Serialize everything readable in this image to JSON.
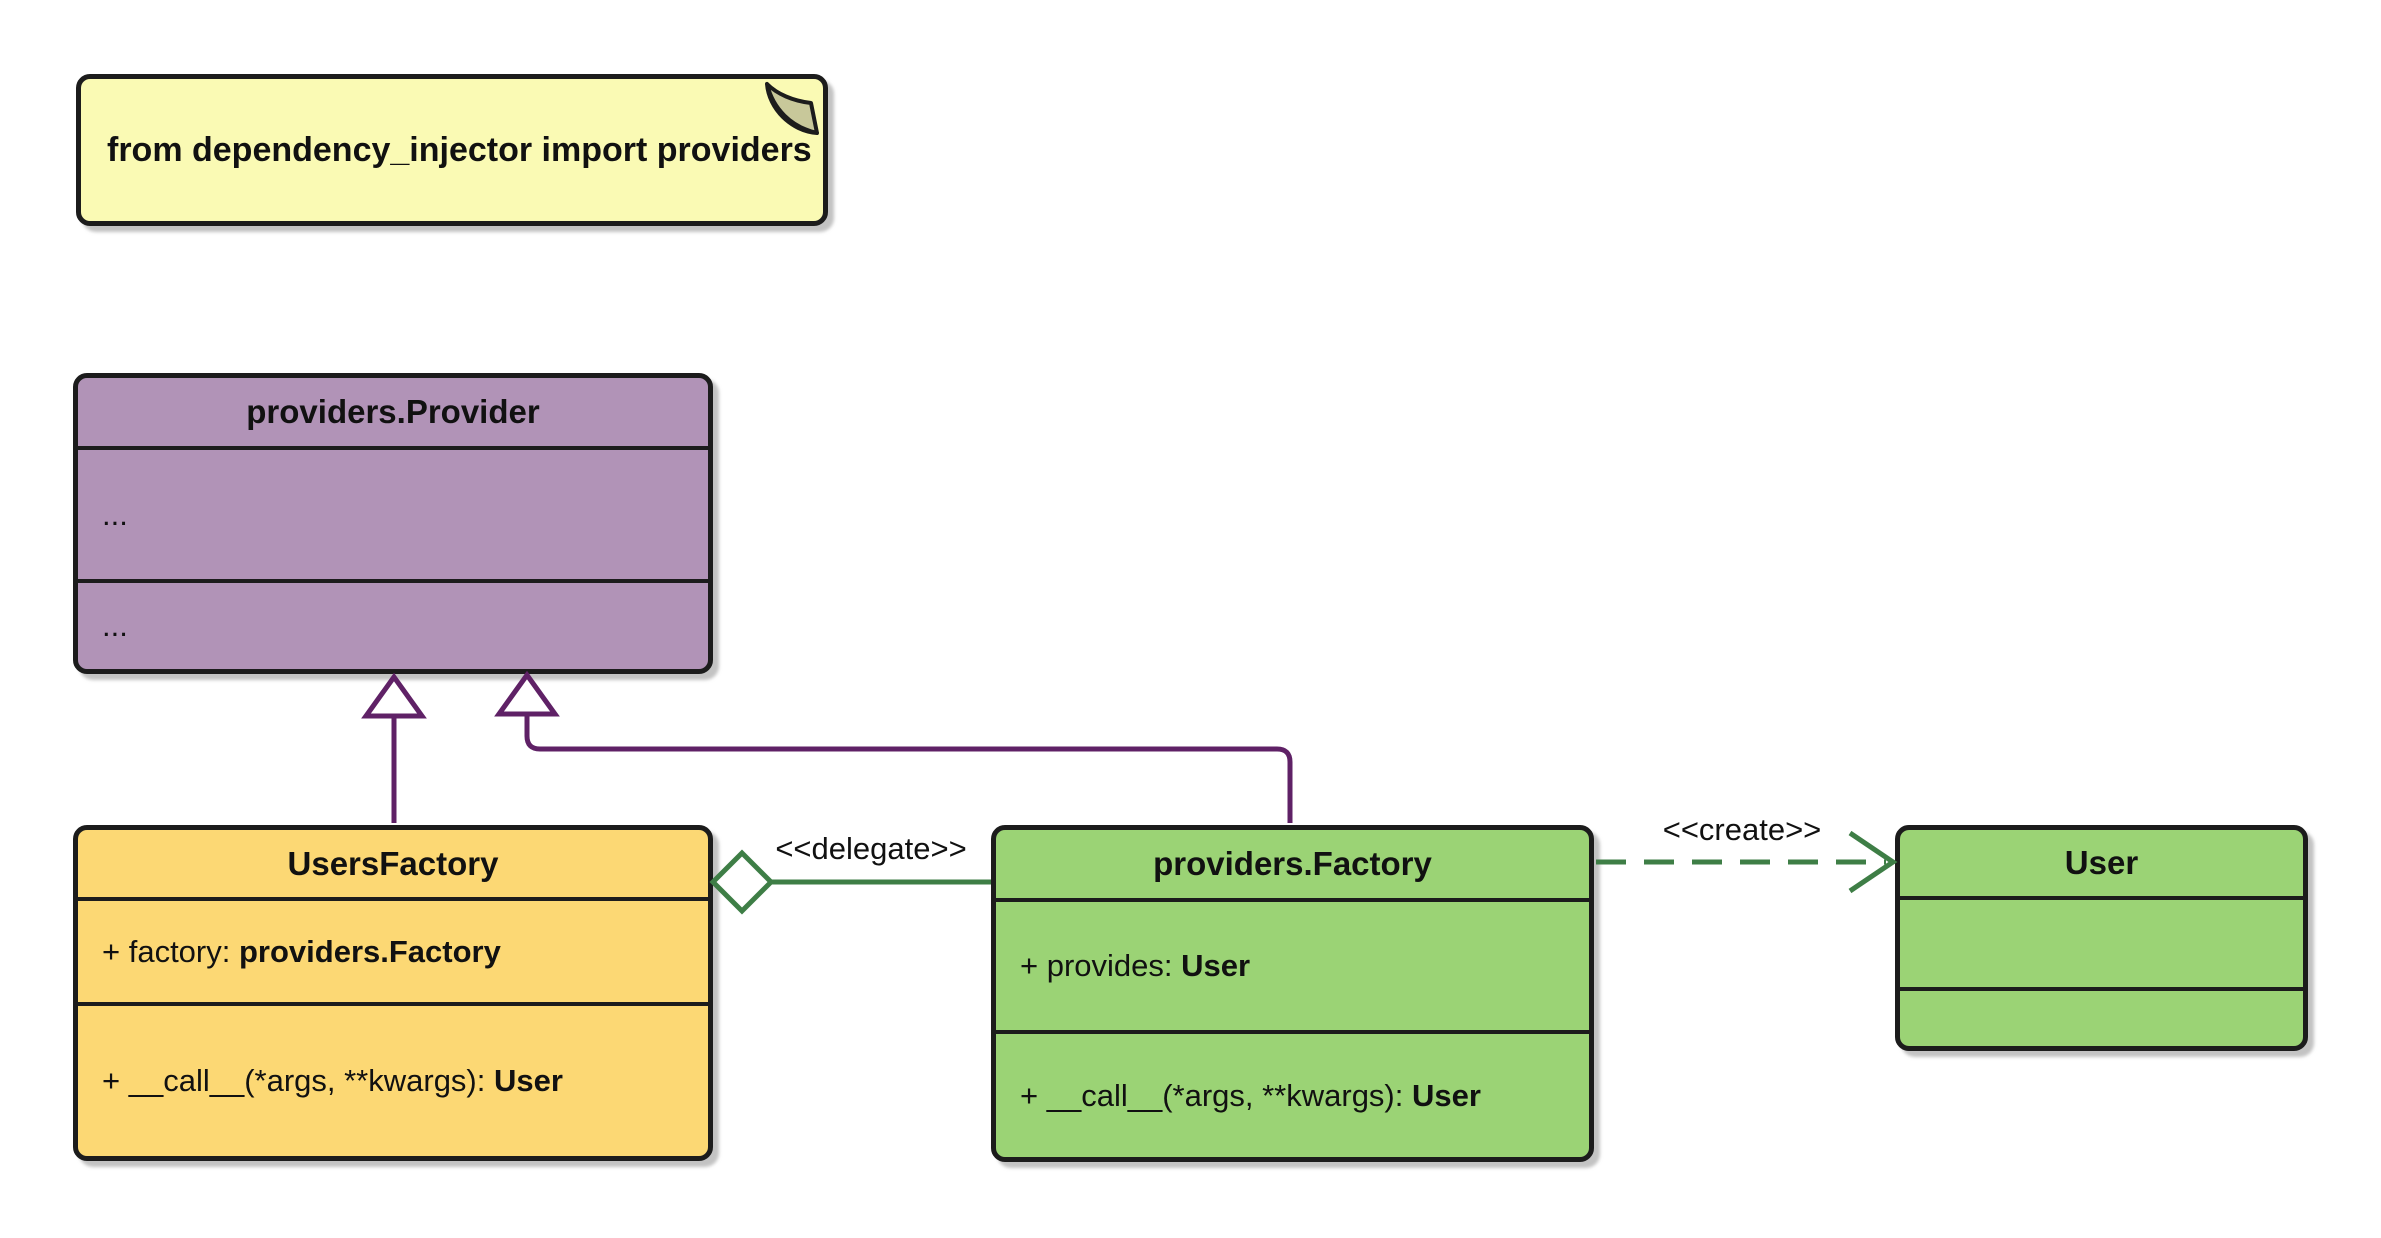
{
  "note": {
    "text": "from dependency_injector import providers"
  },
  "classes": {
    "provider": {
      "title": "providers.Provider",
      "attributes_placeholder": "...",
      "methods_placeholder": "..."
    },
    "users_factory": {
      "title": "UsersFactory",
      "attribute": {
        "prefix": "+ factory: ",
        "type": "providers.Factory"
      },
      "method": {
        "prefix": "+ __call__(*args, **kwargs): ",
        "type": "User"
      }
    },
    "factory": {
      "title": "providers.Factory",
      "attribute": {
        "prefix": "+ provides: ",
        "type": "User"
      },
      "method": {
        "prefix": "+ __call__(*args, **kwargs): ",
        "type": "User"
      }
    },
    "user": {
      "title": "User"
    }
  },
  "edges": {
    "delegate_label": "<<delegate>>",
    "create_label": "<<create>>",
    "inheritance_targets": "providers.Provider"
  },
  "colors": {
    "note_fill": "#fafab4",
    "note_fold": "#c8c89a",
    "provider_fill": "#b193b7",
    "users_factory_fill": "#fcd874",
    "factory_fill": "#9bd375",
    "user_fill": "#9bd375",
    "border": "#1c1c1c",
    "inheritance_line": "#5f2166",
    "delegate_line": "#3e7e46",
    "create_line": "#3e7e46"
  }
}
